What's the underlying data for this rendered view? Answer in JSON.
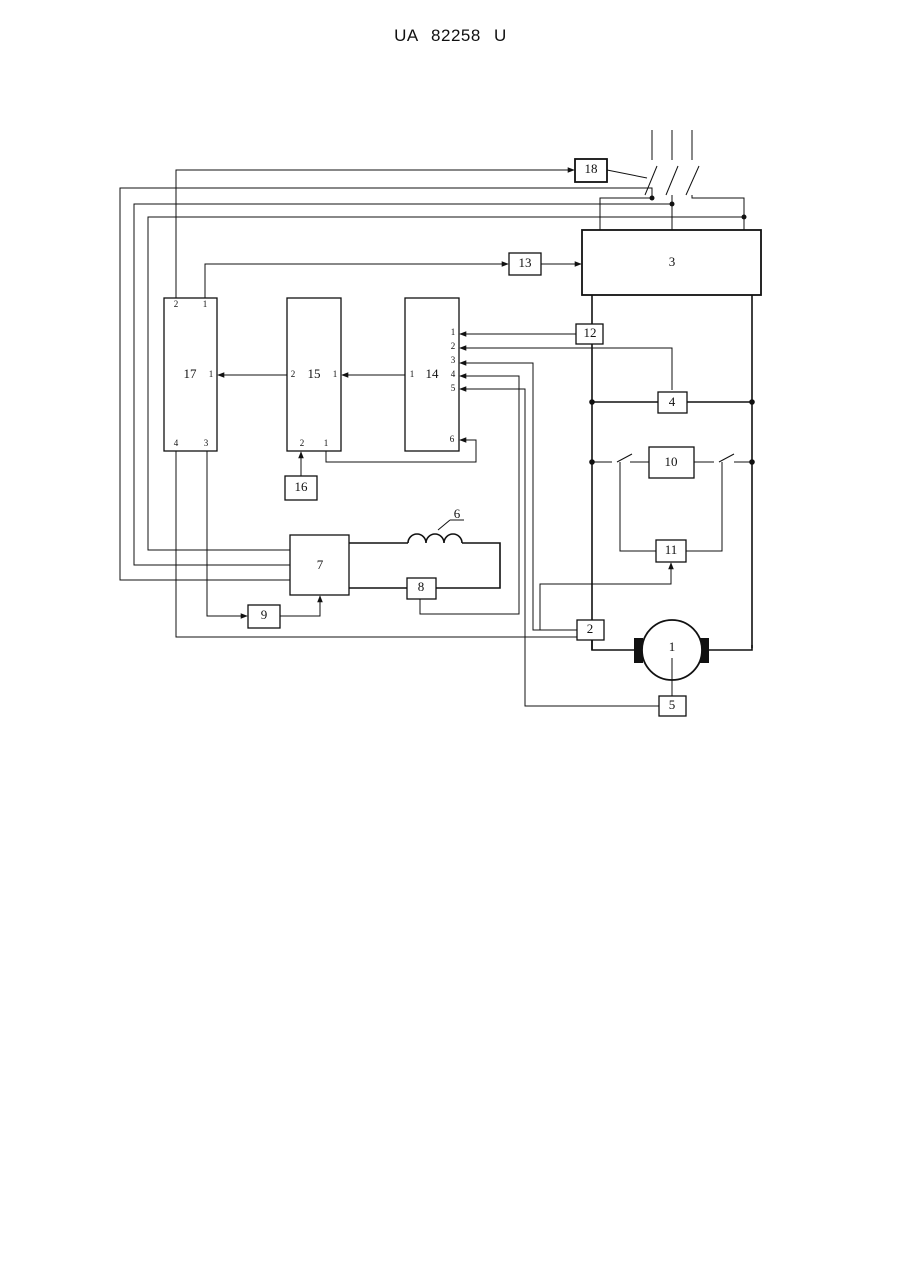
{
  "header": {
    "doc_number": "UA   82258   U"
  },
  "blocks": {
    "b1": "1",
    "b2": "2",
    "b3": "3",
    "b4": "4",
    "b5": "5",
    "b6": "6",
    "b7": "7",
    "b8": "8",
    "b9": "9",
    "b10": "10",
    "b11": "11",
    "b12": "12",
    "b13": "13",
    "b14": "14",
    "b15": "15",
    "b16": "16",
    "b17": "17",
    "b18": "18"
  },
  "pins": {
    "b14_in": [
      "1",
      "2",
      "3",
      "4",
      "5"
    ],
    "b14_left": "1",
    "b14_6": "6",
    "b15_left": "2",
    "b15_right": "1",
    "b15_bottom": [
      "2",
      "1"
    ],
    "b17_top": [
      "2",
      "1"
    ],
    "b17_right": "1",
    "b17_bottom": [
      "4",
      "3"
    ]
  }
}
